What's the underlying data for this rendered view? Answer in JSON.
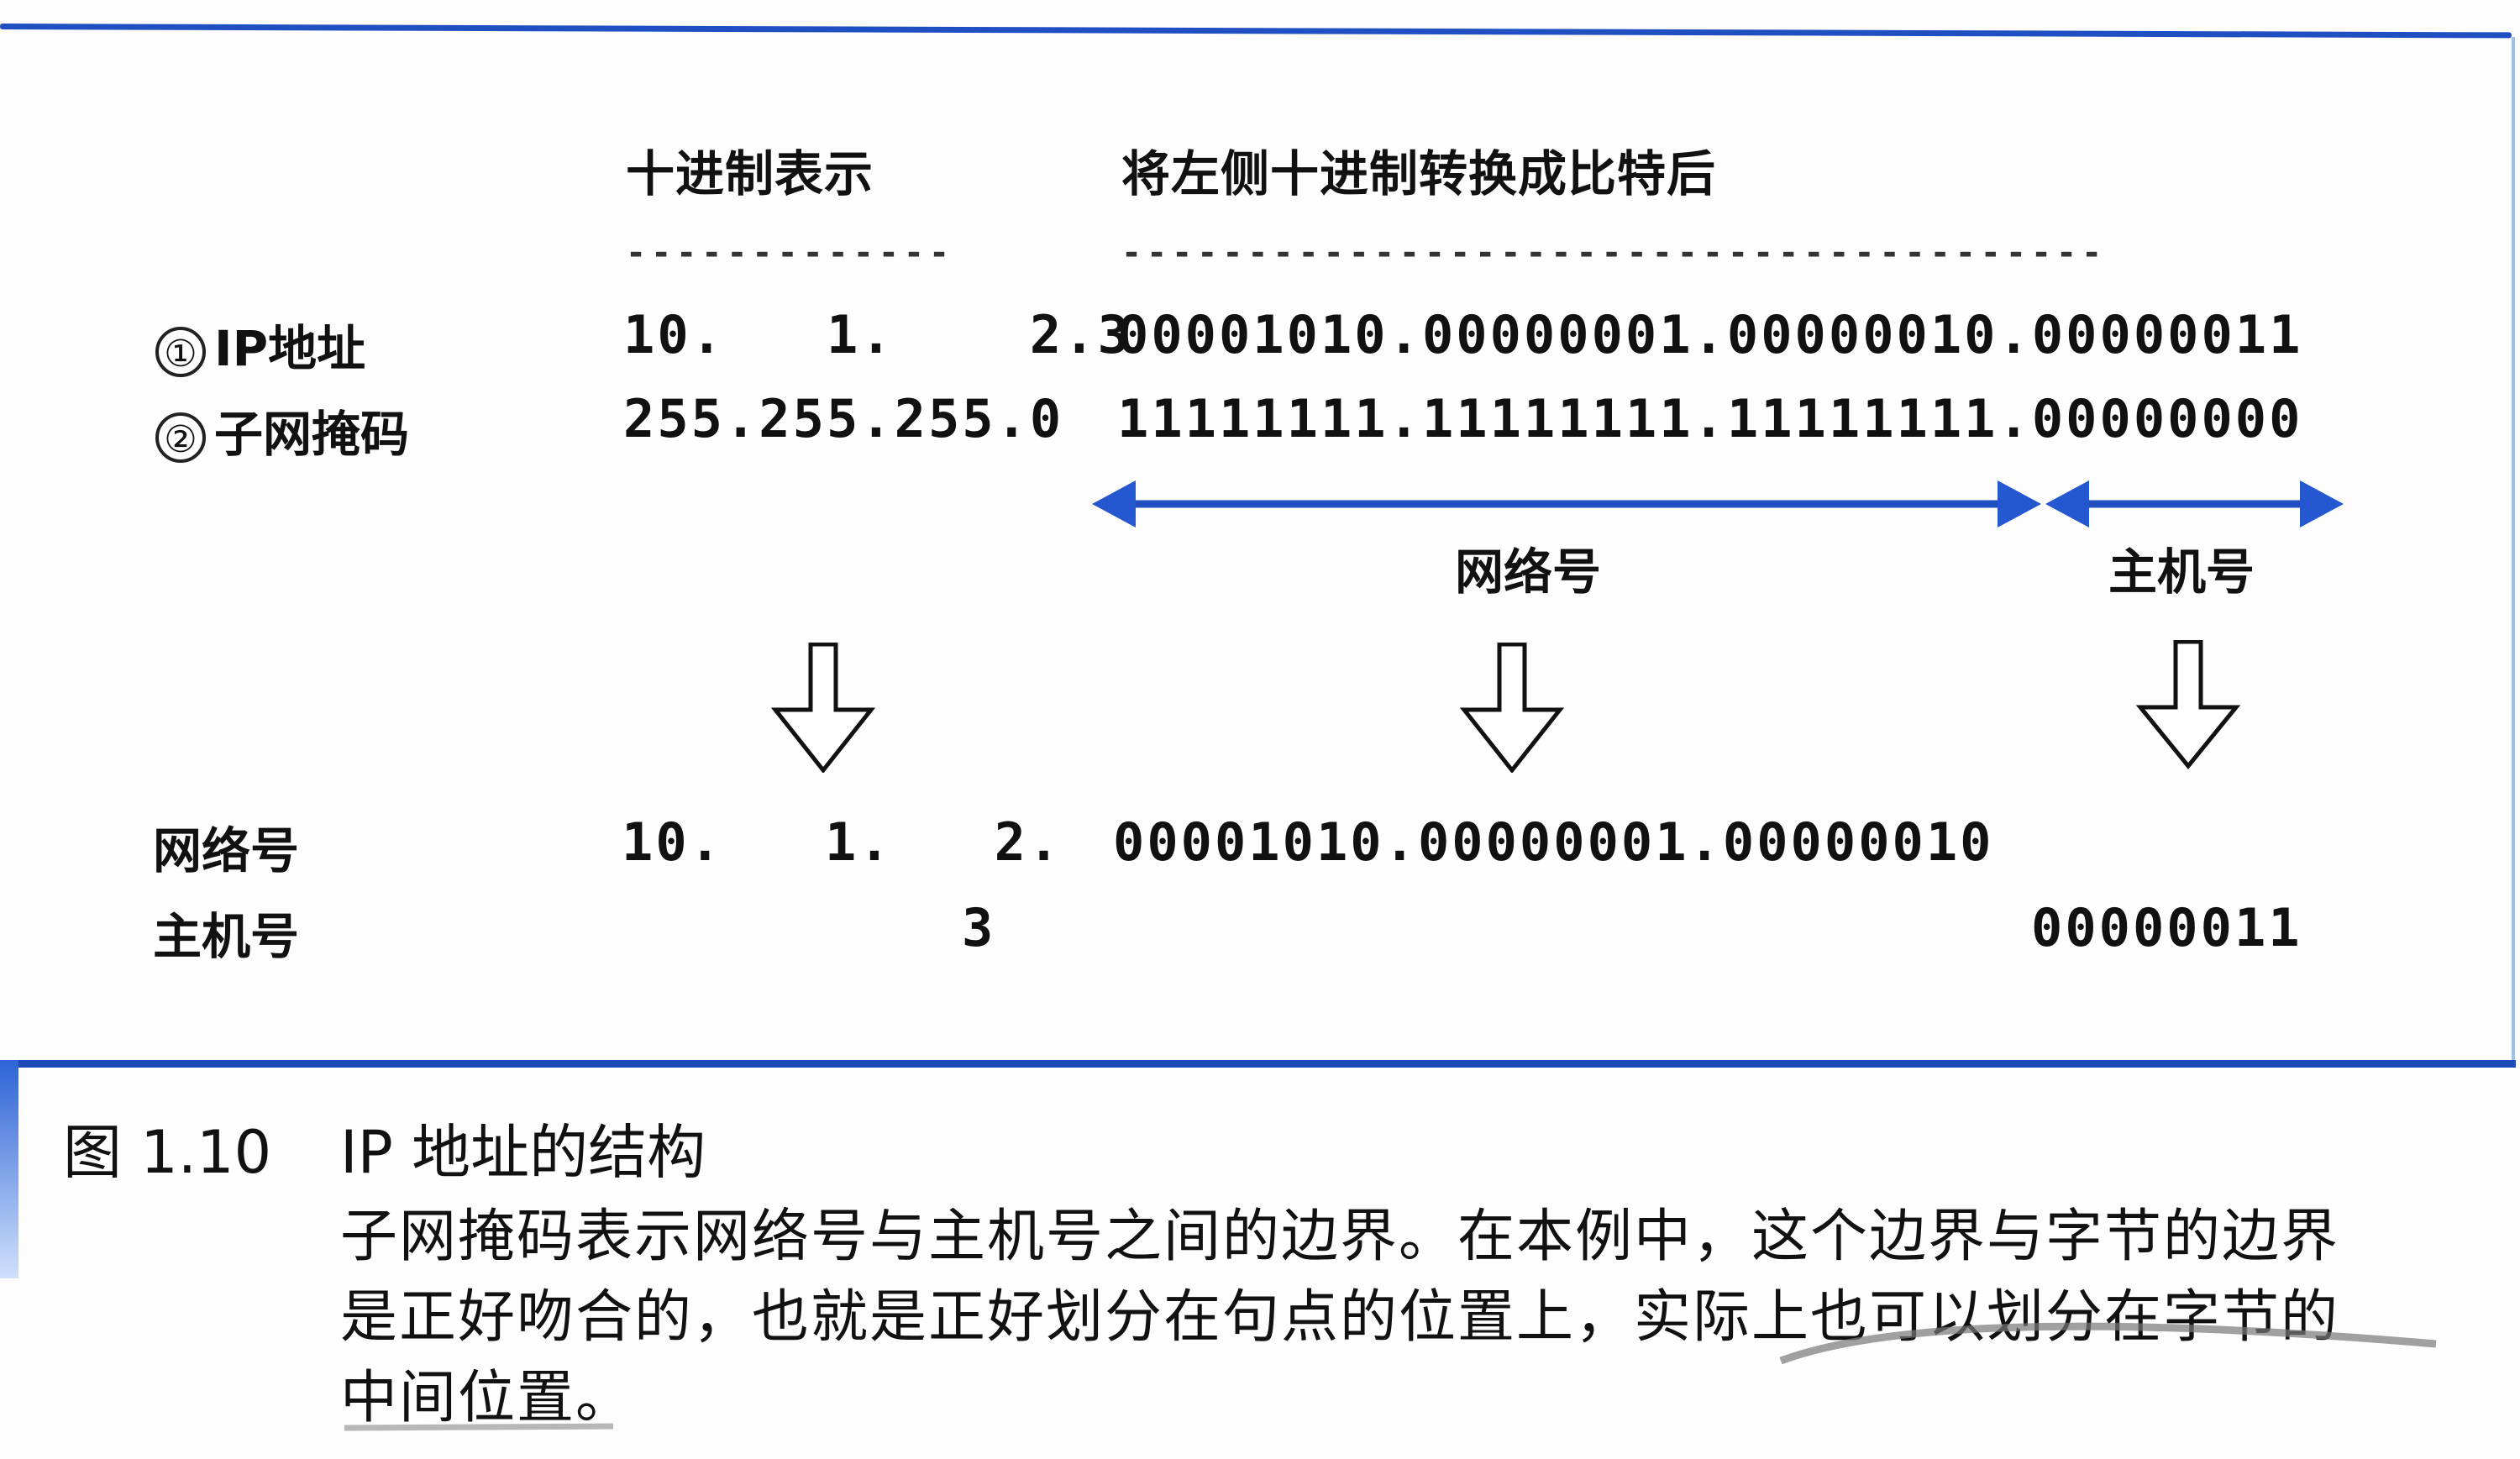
{
  "figure": {
    "headers": {
      "decimal": "十进制表示",
      "binary": "将左侧十进制转换成比特后"
    },
    "dashes": {
      "decimal": "-------------",
      "binary": "---------------------------------------"
    },
    "rows": [
      {
        "marker": "①",
        "label": "IP地址",
        "decimal": "10.   1.    2.3",
        "binary": "00001010.00000001.00000010.00000011"
      },
      {
        "marker": "②",
        "label": "子网掩码",
        "decimal": "255.255.255.0",
        "binary": "11111111.11111111.11111111.00000000"
      }
    ],
    "ranges": {
      "network_label": "网络号",
      "host_label": "主机号"
    },
    "results": [
      {
        "label": "网络号",
        "decimal": "10.   1.   2.",
        "binary": "00001010.00000001.00000010"
      },
      {
        "label": "主机号",
        "decimal": "3",
        "binary": "00000011"
      }
    ],
    "colors": {
      "accent_blue": "#1f4fc0",
      "text": "#111111"
    }
  },
  "caption": {
    "number": "图 1.10",
    "title": "IP 地址的结构",
    "body_lines": [
      "子网掩码表示网络号与主机号之间的边界。在本例中，这个边界与字节的边界",
      "是正好吻合的，也就是正好划分在句点的位置上，实际上也可以划分在字节的",
      "中间位置。"
    ]
  }
}
